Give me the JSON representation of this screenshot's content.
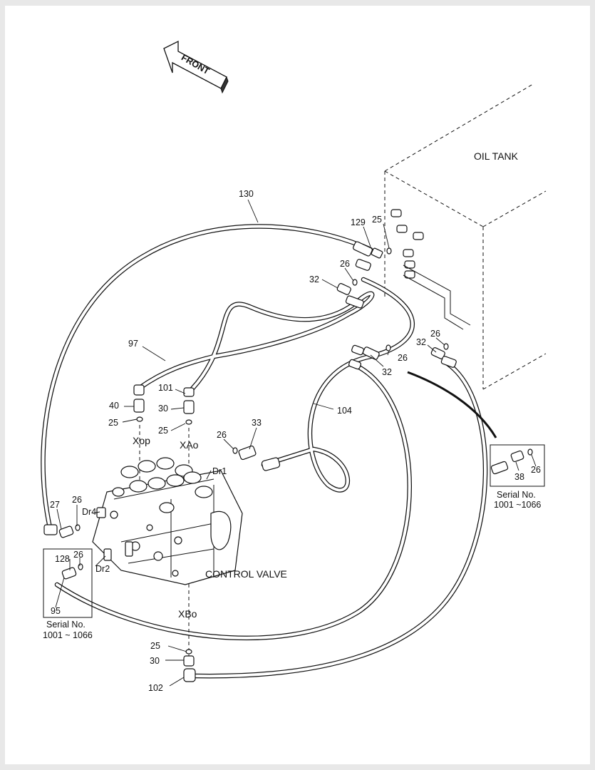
{
  "front_label": "FRONT",
  "tank_label": "OIL TANK",
  "valve_label": "CONTROL VALVE",
  "ports": {
    "xop": "Xop",
    "xao": "XAo",
    "xbo": "XBo",
    "dr1": "Dr1",
    "dr2": "Dr2",
    "dr4": "Dr4"
  },
  "callouts": {
    "c130": "130",
    "c129": "129",
    "c25a": "25",
    "c26a": "26",
    "c32a": "32",
    "c97": "97",
    "c104": "104",
    "c26b": "26",
    "c32b": "32",
    "c32c": "32",
    "c26c": "26",
    "c101": "101",
    "c40": "40",
    "c30a": "30",
    "c25b": "25",
    "c25c": "25",
    "c33": "33",
    "c26d": "26",
    "c27": "27",
    "c26e": "26",
    "c128": "128",
    "c26f": "26",
    "c95": "95",
    "c25d": "25",
    "c30b": "30",
    "c102": "102",
    "c38": "38",
    "c26g": "26"
  },
  "inset_left": {
    "line1": "Serial No.",
    "line2": "1001 ~ 1066"
  },
  "inset_right": {
    "line1": "Serial No.",
    "line2": "1001 ~1066"
  }
}
